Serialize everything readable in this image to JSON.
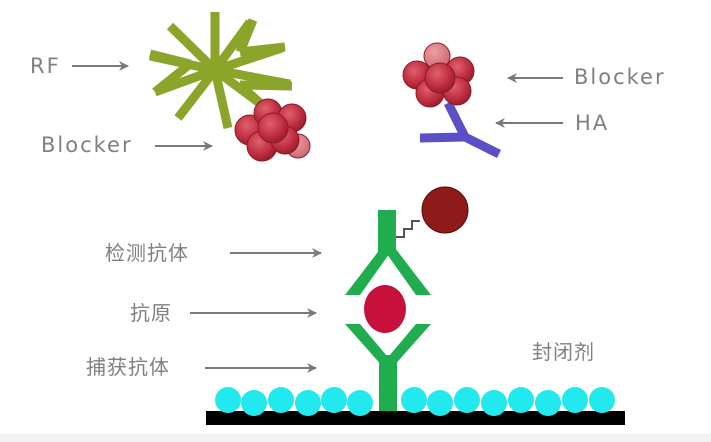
{
  "labels": {
    "rf": "RF",
    "blocker_left": "Blocker",
    "blocker_right": "Blocker",
    "ha": "HA",
    "detection_antibody": "检测抗体",
    "antigen": "抗原",
    "capture_antibody": "捕获抗体",
    "blocking_agent": "封闭剂"
  },
  "colors": {
    "rf": "#8aa52a",
    "blocker": "#b8283a",
    "blocker_light": "#d9737a",
    "ha": "#5b4fc8",
    "antibody": "#1fad4f",
    "antigen": "#c8103c",
    "label_enzyme": "#8f1a1a",
    "blocking_agent": "#22e9ee",
    "plate": "#000000",
    "arrow": "#7a7a7a",
    "label_text": "#808080"
  }
}
